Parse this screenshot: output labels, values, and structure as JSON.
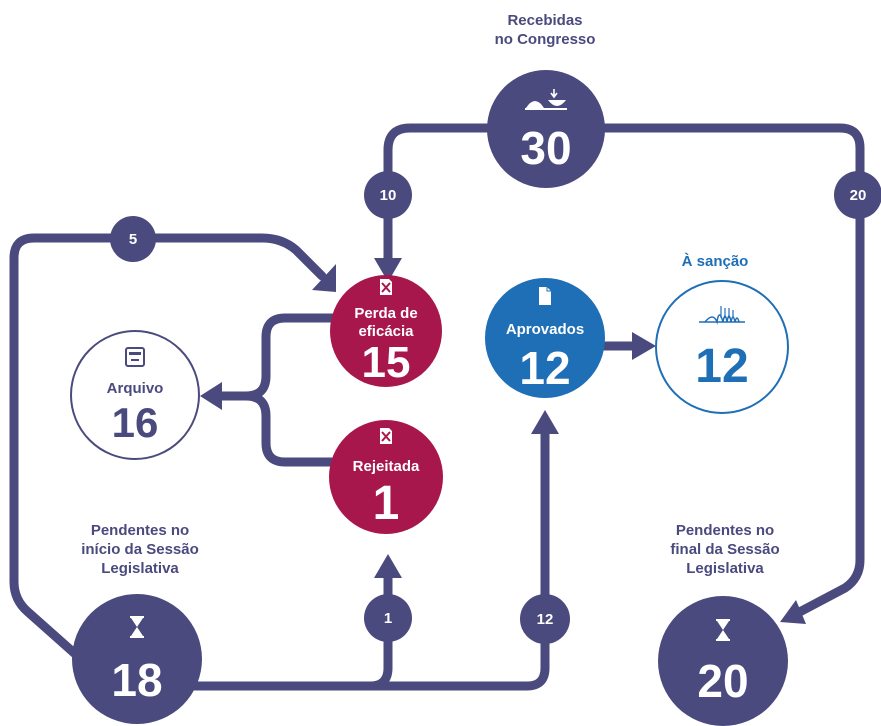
{
  "colors": {
    "flow": "#4a4a7e",
    "navy": "#4a4a7e",
    "crimson": "#a8174b",
    "blue": "#1f6fb6",
    "arquivo_ring": "#4a4a7e",
    "sancao_ring": "#1f6fb6"
  },
  "nodes": {
    "recebidas": {
      "caption_line1": "Recebidas",
      "caption_line2": "no Congresso",
      "value": "30",
      "icon": "congress-icon"
    },
    "perda": {
      "label_line1": "Perda de",
      "label_line2": "eficácia",
      "value": "15",
      "icon": "crossed-document-icon"
    },
    "rejeitada": {
      "label": "Rejeitada",
      "value": "1",
      "icon": "crossed-document-icon"
    },
    "arquivo": {
      "label": "Arquivo",
      "value": "16",
      "icon": "archive-box-icon"
    },
    "aprovados": {
      "label": "Aprovados",
      "value": "12",
      "icon": "document-icon"
    },
    "sancao": {
      "caption": "À sanção",
      "value": "12",
      "icon": "signature-pen-icon"
    },
    "pendentes_inicio": {
      "caption_line1": "Pendentes no",
      "caption_line2": "início da Sessão",
      "caption_line3": "Legislativa",
      "value": "18",
      "icon": "hourglass-icon"
    },
    "pendentes_final": {
      "caption_line1": "Pendentes no",
      "caption_line2": "final da Sessão",
      "caption_line3": "Legislativa",
      "value": "20",
      "icon": "hourglass-icon"
    }
  },
  "flows": {
    "recebidas_to_perda": "10",
    "recebidas_to_pendentes_final": "20",
    "pendentes_inicio_to_perda": "5",
    "pendentes_inicio_to_rejeitada": "1",
    "pendentes_inicio_to_aprovados": "12"
  }
}
